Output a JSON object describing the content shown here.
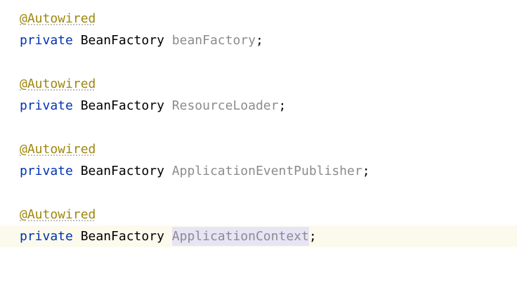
{
  "code": {
    "blocks": [
      {
        "annotation": "@Autowired",
        "modifier": "private",
        "type": "BeanFactory",
        "field": "beanFactory",
        "terminator": ";"
      },
      {
        "annotation": "@Autowired",
        "modifier": "private",
        "type": "BeanFactory",
        "field": "ResourceLoader",
        "terminator": ";"
      },
      {
        "annotation": "@Autowired",
        "modifier": "private",
        "type": "BeanFactory",
        "field": "ApplicationEventPublisher",
        "terminator": ";"
      },
      {
        "annotation": "@Autowired",
        "modifier": "private",
        "type": "BeanFactory",
        "field": "ApplicationContext",
        "terminator": ";"
      }
    ]
  }
}
